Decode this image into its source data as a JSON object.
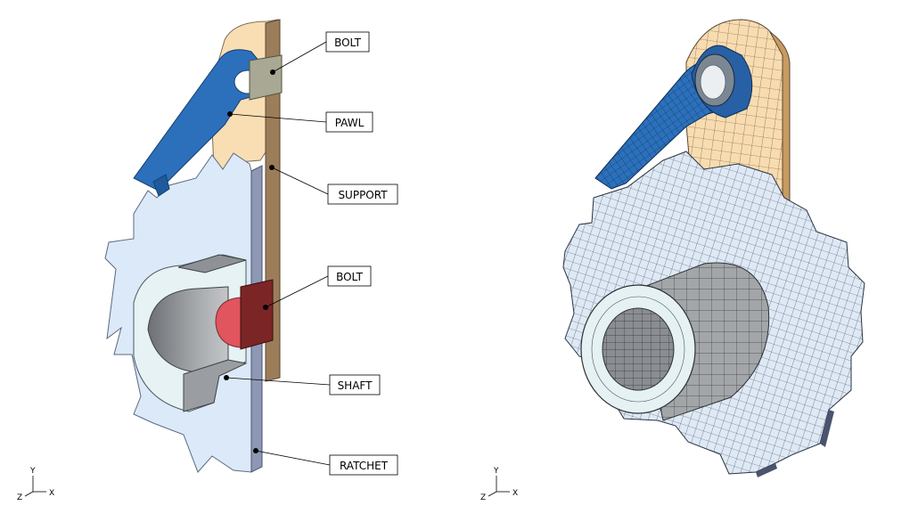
{
  "labels": {
    "bolt_top": "BOLT",
    "pawl": "PAWL",
    "support": "SUPPORT",
    "bolt_mid": "BOLT",
    "shaft": "SHAFT",
    "ratchet": "RATCHET"
  },
  "triad": {
    "y": "Y",
    "z": "Z",
    "x": "X"
  },
  "colors": {
    "support": "#f9deb4",
    "pawl": "#2a6fb9",
    "ratchet": "#dce9f8",
    "shaft": "#9ea1a4",
    "bolt_grey": "#a8a894",
    "bolt_red": "#7c2526",
    "mesh": "#3a4450"
  }
}
